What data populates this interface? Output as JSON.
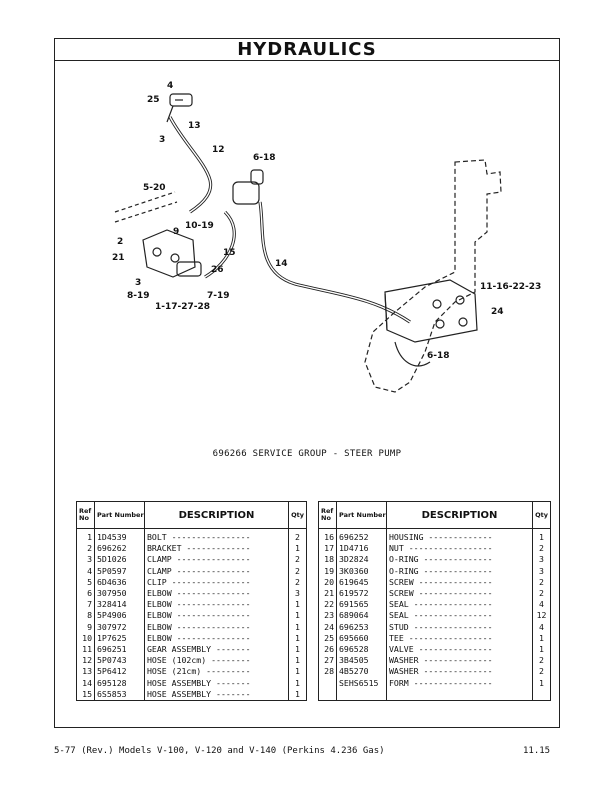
{
  "title": "HYDRAULICS",
  "callouts": {
    "c4": "4",
    "c25": "25",
    "c13": "13",
    "c3a": "3",
    "c12": "12",
    "c6_18a": "6-18",
    "c5_20": "5-20",
    "c9": "9",
    "c10_19": "10-19",
    "c2": "2",
    "c15": "15",
    "c21": "21",
    "c14": "14",
    "c26": "26",
    "c3b": "3",
    "c8_19": "8-19",
    "c7_19": "7-19",
    "c1_17_27_28": "1-17-27-28",
    "c11_16_22_23": "11-16-22-23",
    "c24": "24",
    "c6_18b": "6-18"
  },
  "caption": "696266 SERVICE GROUP - STEER PUMP",
  "table_headers": {
    "ref": "Ref No",
    "part": "Part Number",
    "description": "DESCRIPTION",
    "qty": "Qty"
  },
  "left_rows": [
    {
      "ref": "1",
      "part": "1D4539",
      "desc": "BOLT ----------------",
      "qty": "2"
    },
    {
      "ref": "2",
      "part": "696262",
      "desc": "BRACKET -------------",
      "qty": "1"
    },
    {
      "ref": "3",
      "part": "5D1026",
      "desc": "CLAMP ---------------",
      "qty": "2"
    },
    {
      "ref": "4",
      "part": "5P0597",
      "desc": "CLAMP ---------------",
      "qty": "2"
    },
    {
      "ref": "5",
      "part": "6D4636",
      "desc": "CLIP ----------------",
      "qty": "2"
    },
    {
      "ref": "6",
      "part": "307950",
      "desc": "ELBOW ---------------",
      "qty": "3"
    },
    {
      "ref": "7",
      "part": "328414",
      "desc": "ELBOW ---------------",
      "qty": "1"
    },
    {
      "ref": "8",
      "part": "5P4906",
      "desc": "ELBOW ---------------",
      "qty": "1"
    },
    {
      "ref": "9",
      "part": "307972",
      "desc": "ELBOW ---------------",
      "qty": "1"
    },
    {
      "ref": "10",
      "part": "1P7625",
      "desc": "ELBOW ---------------",
      "qty": "1"
    },
    {
      "ref": "11",
      "part": "696251",
      "desc": "GEAR ASSEMBLY -------",
      "qty": "1"
    },
    {
      "ref": "12",
      "part": "5P0743",
      "desc": "HOSE (102cm) --------",
      "qty": "1"
    },
    {
      "ref": "13",
      "part": "5P6412",
      "desc": "HOSE (21cm) ---------",
      "qty": "1"
    },
    {
      "ref": "14",
      "part": "695128",
      "desc": "HOSE ASSEMBLY -------",
      "qty": "1"
    },
    {
      "ref": "15",
      "part": "6S5853",
      "desc": "HOSE ASSEMBLY -------",
      "qty": "1"
    }
  ],
  "right_rows": [
    {
      "ref": "16",
      "part": "696252",
      "desc": "HOUSING -------------",
      "qty": "1"
    },
    {
      "ref": "17",
      "part": "1D4716",
      "desc": "NUT -----------------",
      "qty": "2"
    },
    {
      "ref": "18",
      "part": "3D2824",
      "desc": "O-RING --------------",
      "qty": "3"
    },
    {
      "ref": "19",
      "part": "3K0360",
      "desc": "O-RING --------------",
      "qty": "3"
    },
    {
      "ref": "20",
      "part": "619645",
      "desc": "SCREW ---------------",
      "qty": "2"
    },
    {
      "ref": "21",
      "part": "619572",
      "desc": "SCREW ---------------",
      "qty": "2"
    },
    {
      "ref": "22",
      "part": "691565",
      "desc": "SEAL ----------------",
      "qty": "4"
    },
    {
      "ref": "23",
      "part": "689064",
      "desc": "SEAL ----------------",
      "qty": "12"
    },
    {
      "ref": "24",
      "part": "696253",
      "desc": "STUD ----------------",
      "qty": "4"
    },
    {
      "ref": "25",
      "part": "695660",
      "desc": "TEE -----------------",
      "qty": "1"
    },
    {
      "ref": "26",
      "part": "696528",
      "desc": "VALVE ---------------",
      "qty": "1"
    },
    {
      "ref": "27",
      "part": "3B4505",
      "desc": "WASHER --------------",
      "qty": "2"
    },
    {
      "ref": "28",
      "part": "4B5270",
      "desc": "WASHER --------------",
      "qty": "2"
    },
    {
      "ref": "",
      "part": "SEHS6515",
      "desc": "FORM ----------------",
      "qty": "1"
    },
    {
      "ref": "",
      "part": "",
      "desc": "",
      "qty": ""
    }
  ],
  "footer": {
    "left": "5-77  (Rev.) Models V-100, V-120 and V-140 (Perkins 4.236 Gas)",
    "right": "11.15"
  }
}
